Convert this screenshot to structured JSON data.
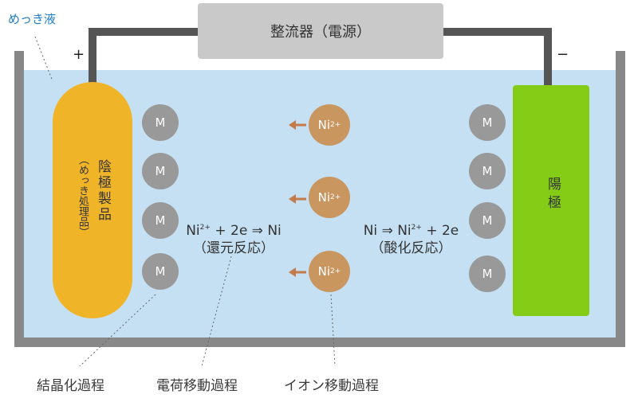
{
  "solution_label": "めっき液",
  "rectifier_label": "整流器（電源）",
  "plus_sign": "+",
  "minus_sign": "−",
  "cathode_label": "陰極製品",
  "cathode_sublabel": "（めっき処理品）",
  "anode_label": "陽極",
  "metal_symbol": "M",
  "ion_base": "Ni",
  "ion_charge": "2+",
  "reduction": {
    "left": "Ni",
    "sup": "2+",
    "rest": " + 2e ⇒ Ni",
    "name": "（還元反応）"
  },
  "oxidation": {
    "left": "Ni ⇒ Ni",
    "sup": "2+",
    "rest": " + 2e",
    "name": "（酸化反応）"
  },
  "bottom_labels": {
    "crystallization": "結晶化過程",
    "charge_transfer": "電荷移動過程",
    "ion_migration": "イオン移動過程"
  },
  "colors": {
    "solution": "#c5e0f3",
    "tank": "#888888",
    "rectifier": "#c9c9c9",
    "cathode": "#f0b429",
    "anode": "#84cc16",
    "metal_atom": "#999999",
    "ion": "#c8965e",
    "arrow": "#c57a4a",
    "label_blue": "#1f7ac4"
  }
}
